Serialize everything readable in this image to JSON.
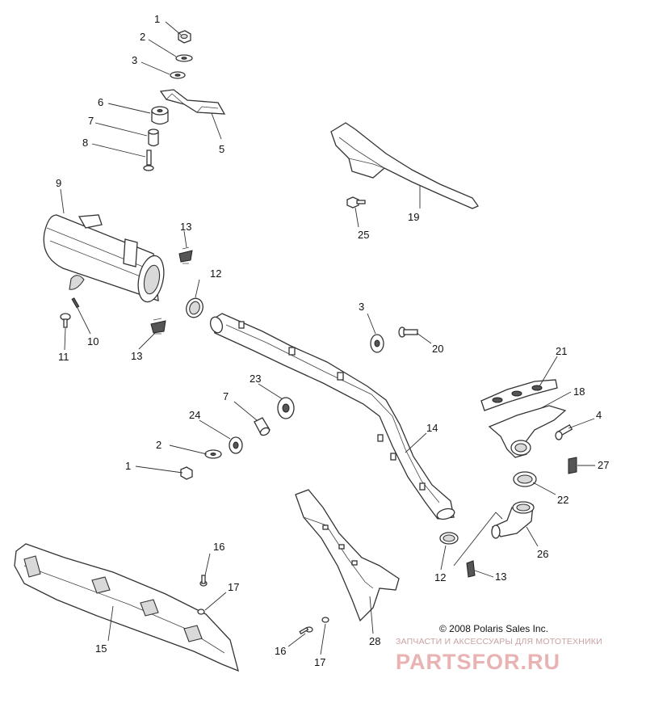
{
  "callouts": {
    "c1a": "1",
    "c2a": "2",
    "c3a": "3",
    "c5": "5",
    "c6": "6",
    "c7a": "7",
    "c8": "8",
    "c9": "9",
    "c10": "10",
    "c11": "11",
    "c12a": "12",
    "c12b": "12",
    "c13a": "13",
    "c13b": "13",
    "c13c": "13",
    "c14": "14",
    "c15": "15",
    "c16a": "16",
    "c16b": "16",
    "c17a": "17",
    "c17b": "17",
    "c18": "18",
    "c19": "19",
    "c20": "20",
    "c21": "21",
    "c22": "22",
    "c23": "23",
    "c24": "24",
    "c25": "25",
    "c26": "26",
    "c27": "27",
    "c28": "28",
    "c3b": "3",
    "c7b": "7",
    "c2b": "2",
    "c1b": "1",
    "c4": "4"
  },
  "footer": {
    "copyright": "© 2008 Polaris Sales Inc.",
    "watermark_banner": "ЗАПЧАСТИ И АКСЕССУАРЫ ДЛЯ МОТОТЕХНИКИ",
    "watermark_brand": "PARTSFOR.RU"
  },
  "colors": {
    "line": "#333333",
    "watermark": "#e9b3b3"
  }
}
